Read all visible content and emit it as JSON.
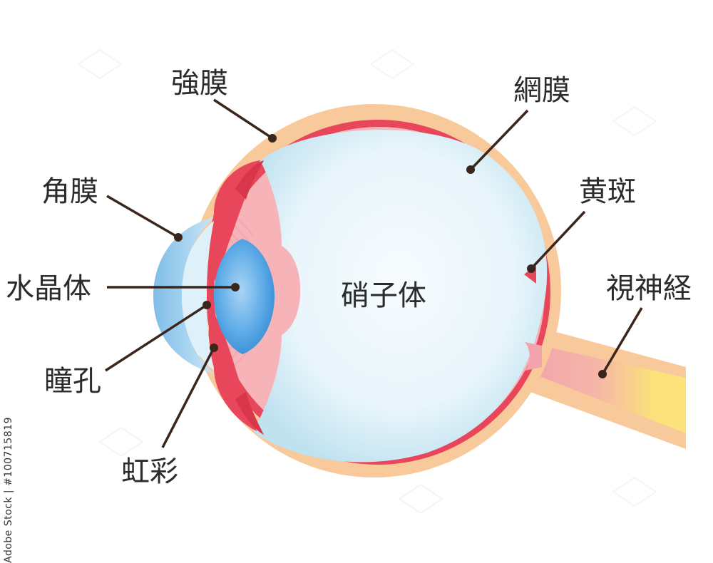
{
  "labels": {
    "sclera": "強膜",
    "retina": "網膜",
    "cornea": "角膜",
    "macula": "黄斑",
    "lens": "水晶体",
    "optic_nerve": "視神経",
    "vitreous": "硝子体",
    "pupil": "瞳孔",
    "iris": "虹彩"
  },
  "watermark": {
    "id_text": "Adobe Stock | #100715819"
  },
  "colors": {
    "sclera": "#f8c99a",
    "choroid": "#e8465a",
    "retina_inner": "#f6b4b9",
    "vitreous": "#dff1f8",
    "cornea": "#8fc6ea",
    "lens": "#3e95db",
    "nerve_yellow": "#fbe27a",
    "leader": "#3a261c"
  }
}
